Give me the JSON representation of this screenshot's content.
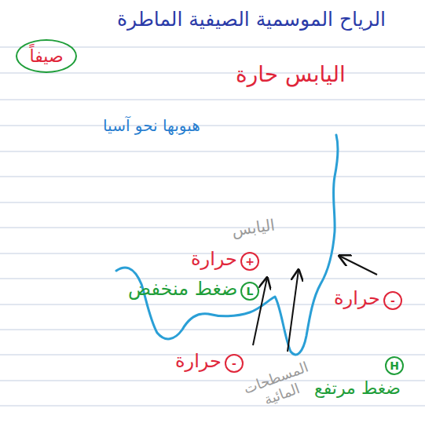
{
  "diagram": {
    "title": "الرياح الموسمية الصيفية الماطرة",
    "nodes": [
      {
        "text": [
          "صيفاً"
        ]
      }
    ],
    "labels": [
      "اليابس حارة",
      "هبوبها نحو آسيا",
      "اليابس",
      "+",
      "حرارة",
      "L",
      "ضغط منخفض",
      "-",
      "حرارة",
      "-",
      "حرارة",
      "H",
      "ضغط مرتفع",
      "المسطحات المائية"
    ]
  }
}
